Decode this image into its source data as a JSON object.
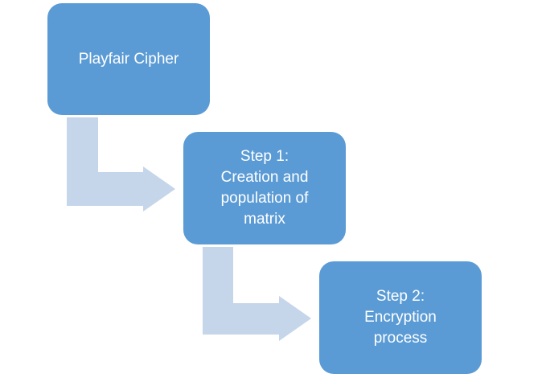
{
  "diagram": {
    "steps": [
      {
        "lines": [
          "Playfair Cipher"
        ]
      },
      {
        "lines": [
          "Step 1:",
          "Creation and",
          "population of",
          "matrix"
        ]
      },
      {
        "lines": [
          "Step 2:",
          "Encryption",
          "process"
        ]
      }
    ],
    "colors": {
      "box_fill": "#5B9BD5",
      "arrow_fill": "#C5D5EA",
      "text": "#FFFFFF"
    }
  }
}
